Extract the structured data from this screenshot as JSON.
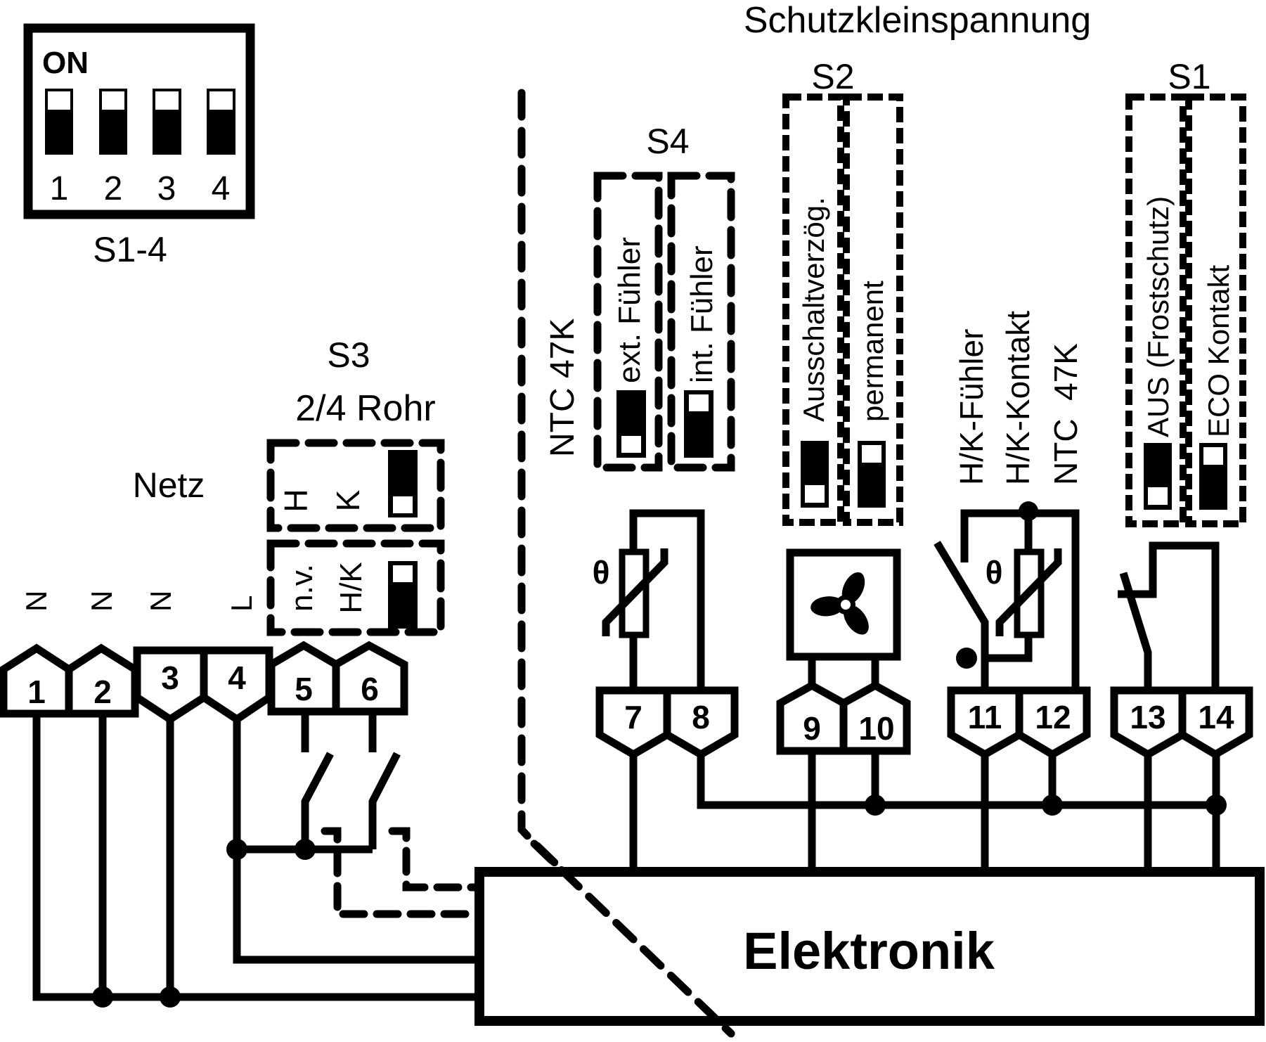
{
  "title": "Schutzkleinspannung",
  "dip_switch": {
    "on_label": "ON",
    "name": "S1-4",
    "positions": [
      "1",
      "2",
      "3",
      "4"
    ],
    "states": [
      "off",
      "off",
      "off",
      "off"
    ]
  },
  "netz_label": "Netz",
  "power_labels": [
    "N",
    "N",
    "N",
    "L"
  ],
  "s3": {
    "name": "S3",
    "subtitle": "2/4 Rohr",
    "row1": {
      "left": "H",
      "right": "K",
      "state": "up"
    },
    "row2": {
      "left": "n.v.",
      "right": "H/K",
      "state": "down"
    }
  },
  "s4": {
    "name": "S4",
    "side_label": "NTC 47K",
    "switches": [
      {
        "label": "ext. Fühler",
        "state": "up"
      },
      {
        "label": "int. Fühler",
        "state": "down"
      }
    ]
  },
  "s2": {
    "name": "S2",
    "switches": [
      {
        "label": "Ausschaltverzög.",
        "state": "up"
      },
      {
        "label": "permanent",
        "state": "down"
      }
    ]
  },
  "hk_labels": [
    "H/K-Fühler",
    "H/K-Kontakt",
    "NTC  47K"
  ],
  "s1": {
    "name": "S1",
    "switches": [
      {
        "label": "AUS (Frostschutz)",
        "state": "up"
      },
      {
        "label": "ECO Kontakt",
        "state": "down"
      }
    ]
  },
  "terminals": [
    "1",
    "2",
    "3",
    "4",
    "5",
    "6",
    "7",
    "8",
    "9",
    "10",
    "11",
    "12",
    "13",
    "14"
  ],
  "symbols": {
    "theta": "θ"
  },
  "electronics_label": "Elektronik"
}
